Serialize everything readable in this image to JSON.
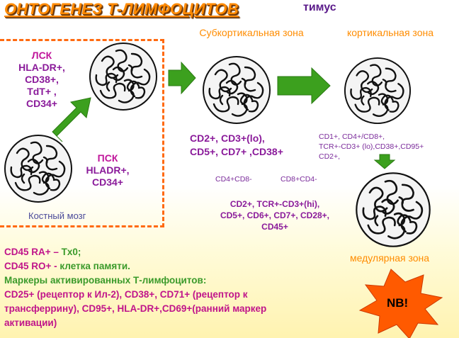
{
  "title": "ОНТОГЕНЕЗ Т-ЛИМФОЦИТОВ",
  "thymus_label": "тимус",
  "zones": {
    "subcortical": "Субкортикальная зона",
    "cortical": "кортикальная зона",
    "medullary": "медулярная зона"
  },
  "lsk_markers": [
    "ЛСК",
    "HLA-DR+,",
    "CD38+,",
    "TdT+ ,",
    "CD34+"
  ],
  "psk_markers": [
    "ПСК",
    "HLADR+,",
    "CD34+"
  ],
  "bone_marrow": "Костный мозг",
  "subcortical_markers": [
    "CD2+, CD3+(lo),",
    "CD5+, CD7+ ,CD38+"
  ],
  "cortical_markers": [
    "CD1+, CD4+/CD8+,",
    "TCR+-CD3+ (lo),CD38+,CD95+",
    "CD2+,"
  ],
  "split_markers": {
    "left": "CD4+CD8-",
    "right": "CD8+CD4-",
    "lines": [
      "CD2+, TCR+-CD3+(hi),",
      "CD5+, CD6+,   CD7+, CD28+,",
      "CD45+"
    ]
  },
  "bottom_lines": {
    "line1_a": "CD45 RA+ –",
    "line1_b": " Tx0;",
    "line2_a": "CD45 RO+ -",
    "line2_b": " клетка памяти.",
    "line3": "Маркеры  активированных Т-лимфоцитов:",
    "line4": "CD25+ (рецептор к Ил-2), CD38+, CD71+ (рецептор к",
    "line5": "трансферрину), CD95+, HLA-DR+,CD69+(ранний маркер",
    "line6": "активации)"
  },
  "nb": "NB!",
  "colors": {
    "title": "#ff8a00",
    "arrow": "#3ca01e",
    "dash": "#ff6a10",
    "burst": "#ff5a00"
  }
}
